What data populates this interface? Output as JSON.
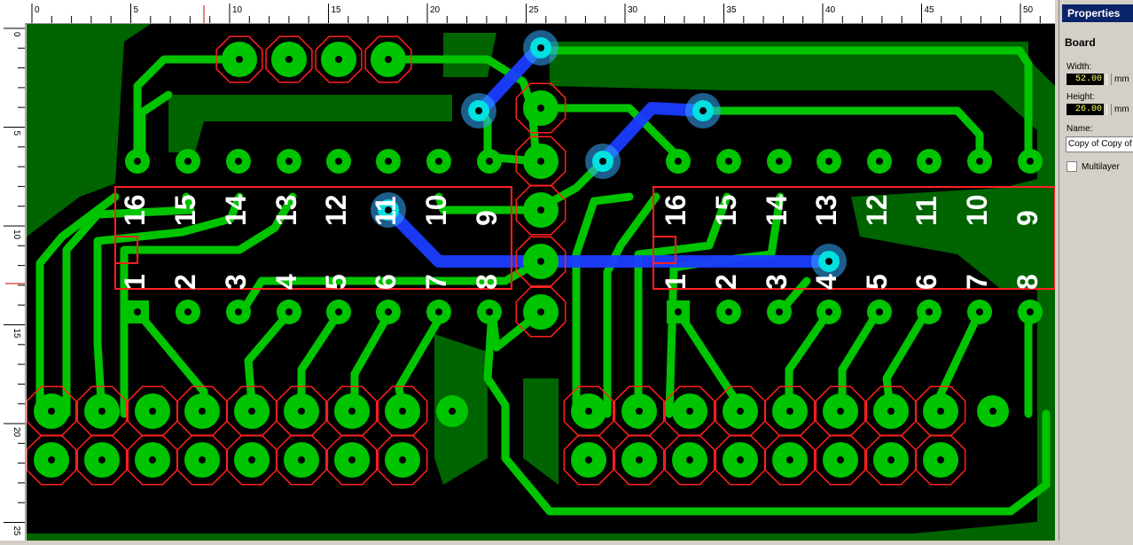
{
  "ruler": {
    "unit": "mm",
    "top_ticks": [
      "0",
      "5",
      "10",
      "15",
      "20",
      "25",
      "30",
      "35",
      "40",
      "45",
      "50"
    ],
    "left_ticks": [
      "0",
      "5",
      "10",
      "15",
      "20",
      "25"
    ]
  },
  "board": {
    "ic_left_pins_top": [
      "16",
      "15",
      "14",
      "13",
      "12",
      "11",
      "10",
      "9"
    ],
    "ic_left_pins_bottom": [
      "1",
      "2",
      "3",
      "4",
      "5",
      "6",
      "7",
      "8"
    ],
    "ic_right_pins_top": [
      "16",
      "15",
      "14",
      "13",
      "12",
      "11",
      "10",
      "9"
    ],
    "ic_right_pins_bottom": [
      "1",
      "2",
      "3",
      "4",
      "5",
      "6",
      "7",
      "8"
    ],
    "colors": {
      "board_bg": "#006400",
      "copper_pour": "#00c400",
      "clearance": "#000000",
      "top_trace": "#0033ff",
      "silkscreen": "#ff0000",
      "text": "#ffffff"
    }
  },
  "properties": {
    "title": "Properties",
    "section": "Board",
    "width_label": "Width:",
    "width_value": "52.00",
    "height_label": "Height:",
    "height_value": "26.00",
    "unit": "mm",
    "name_label": "Name:",
    "name_value": "Copy of Copy of",
    "multilayer_label": "Multilayer",
    "multilayer_checked": false
  }
}
